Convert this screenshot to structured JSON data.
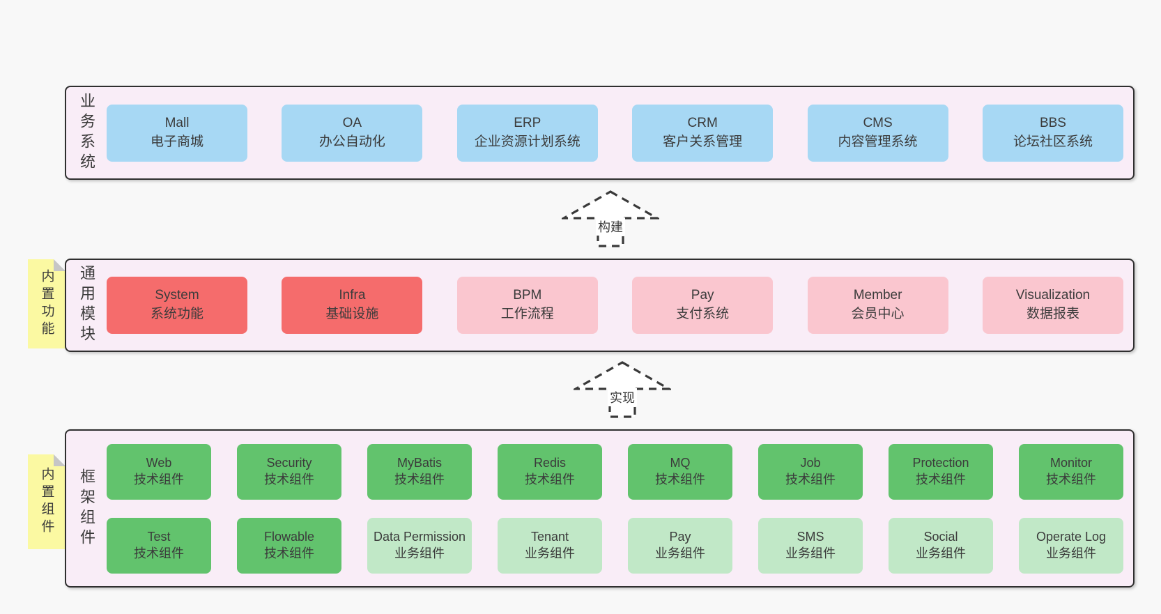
{
  "colors": {
    "page-bg": "#f8f8f8",
    "panel-bg": "#f9edf7",
    "panel-border": "#2f2f2f",
    "text": "#3b3b3b",
    "blue": "#a7d8f4",
    "red": "#f56c6c",
    "pink": "#fac6cf",
    "green": "#62c36d",
    "green-light": "#c1e8c7",
    "note-bg": "#fbf9a2",
    "note-fold": "#c6c6c6",
    "arrow-stroke": "#3a3a3a",
    "arrow-fill": "#ffffff"
  },
  "layers": {
    "business": {
      "label": "业务系统",
      "boxes": [
        {
          "title": "Mall",
          "subtitle": "电子商城"
        },
        {
          "title": "OA",
          "subtitle": "办公自动化"
        },
        {
          "title": "ERP",
          "subtitle": "企业资源计划系统"
        },
        {
          "title": "CRM",
          "subtitle": "客户关系管理"
        },
        {
          "title": "CMS",
          "subtitle": "内容管理系统"
        },
        {
          "title": "BBS",
          "subtitle": "论坛社区系统"
        }
      ]
    },
    "modules": {
      "label": "通用模块",
      "note": "内置功能",
      "boxes": [
        {
          "title": "System",
          "subtitle": "系统功能"
        },
        {
          "title": "Infra",
          "subtitle": "基础设施"
        },
        {
          "title": "BPM",
          "subtitle": "工作流程"
        },
        {
          "title": "Pay",
          "subtitle": "支付系统"
        },
        {
          "title": "Member",
          "subtitle": "会员中心"
        },
        {
          "title": "Visualization",
          "subtitle": "数据报表"
        }
      ]
    },
    "framework": {
      "label": "框架组件",
      "note": "内置组件",
      "row1": [
        {
          "title": "Web",
          "subtitle": "技术组件"
        },
        {
          "title": "Security",
          "subtitle": "技术组件"
        },
        {
          "title": "MyBatis",
          "subtitle": "技术组件"
        },
        {
          "title": "Redis",
          "subtitle": "技术组件"
        },
        {
          "title": "MQ",
          "subtitle": "技术组件"
        },
        {
          "title": "Job",
          "subtitle": "技术组件"
        },
        {
          "title": "Protection",
          "subtitle": "技术组件"
        },
        {
          "title": "Monitor",
          "subtitle": "技术组件"
        }
      ],
      "row2": [
        {
          "title": "Test",
          "subtitle": "技术组件"
        },
        {
          "title": "Flowable",
          "subtitle": "技术组件"
        },
        {
          "title": "Data Permission",
          "subtitle": "业务组件"
        },
        {
          "title": "Tenant",
          "subtitle": "业务组件"
        },
        {
          "title": "Pay",
          "subtitle": "业务组件"
        },
        {
          "title": "SMS",
          "subtitle": "业务组件"
        },
        {
          "title": "Social",
          "subtitle": "业务组件"
        },
        {
          "title": "Operate Log",
          "subtitle": "业务组件"
        }
      ]
    }
  },
  "arrows": [
    {
      "label": "构建"
    },
    {
      "label": "实现"
    }
  ]
}
